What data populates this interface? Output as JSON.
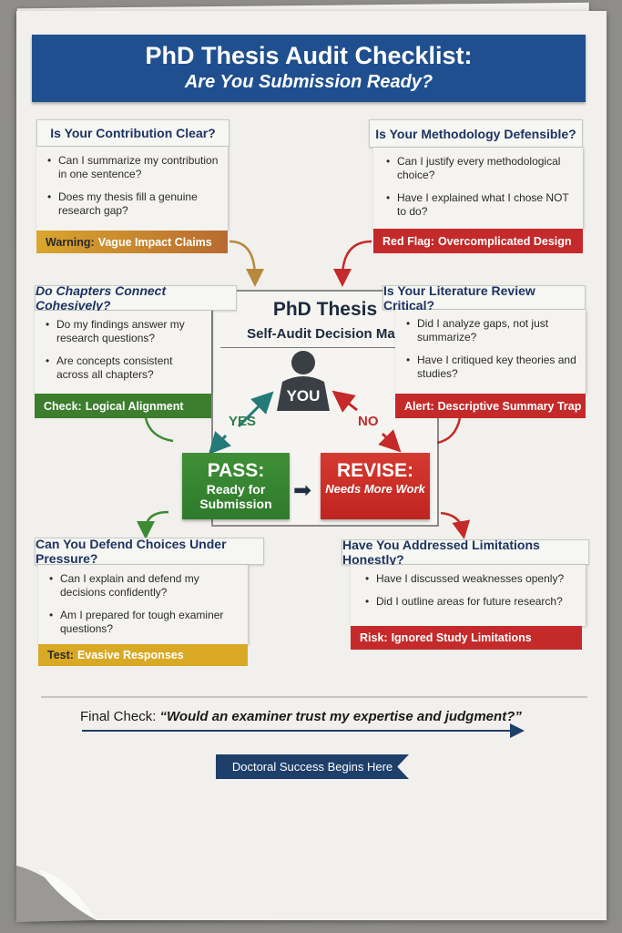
{
  "title": "PhD Thesis Audit Checklist:",
  "subtitle": "Are You Submission Ready?",
  "boxes": [
    {
      "heading": "Is Your Contribution Clear?",
      "items": [
        "Can I summarize my contribution in one sentence?",
        "Does my thesis fill a genuine research gap?"
      ],
      "tag_label": "Warning:",
      "tag_text": "Vague Impact Claims",
      "color": "#c7852a"
    },
    {
      "heading": "Is Your Methodology Defensible?",
      "items": [
        "Can I justify every methodological choice?",
        "Have I explained what I chose NOT to do?"
      ],
      "tag_label": "Red Flag:",
      "tag_text": "Overcomplicated Design",
      "color": "#c42a2a"
    },
    {
      "heading": "Do Chapters Connect Cohesively?",
      "items": [
        "Do my findings answer my research questions?",
        "Are concepts consistent across all chapters?"
      ],
      "tag_label": "Check:",
      "tag_text": "Logical Alignment",
      "color": "#3d7d2e"
    },
    {
      "heading": "Is Your Literature Review Critical?",
      "items": [
        "Did I analyze gaps, not just summarize?",
        "Have I critiqued key theories and studies?"
      ],
      "tag_label": "Alert:",
      "tag_text": "Descriptive Summary Trap",
      "color": "#c42a2a"
    },
    {
      "heading": "Can You Defend Choices Under Pressure?",
      "items": [
        "Can I explain and defend my decisions confidently?",
        "Am I prepared for tough examiner questions?"
      ],
      "tag_label": "Test:",
      "tag_text": "Evasive Responses",
      "color": "#d9a925"
    },
    {
      "heading": "Have You Addressed Limitations Honestly?",
      "items": [
        "Have I discussed weaknesses openly?",
        "Did I outline areas for future research?"
      ],
      "tag_label": "Risk:",
      "tag_text": "Ignored Study Limitations",
      "color": "#c42a2a"
    }
  ],
  "center": {
    "title": "PhD Thesis",
    "subtitle": "Self-Audit Decision Map",
    "you": "YOU",
    "yes": "YES",
    "no": "NO"
  },
  "pass": {
    "title": "PASS:",
    "text": "Ready for Submission",
    "color": "#3d8a34"
  },
  "revise": {
    "title": "REVISE:",
    "text": "Needs More Work",
    "color": "#cf2d27"
  },
  "final": {
    "label": "Final Check:",
    "quote": "“Would an examiner trust my expertise and judgment?”"
  },
  "ribbon": "Doctoral Success Begins Here"
}
